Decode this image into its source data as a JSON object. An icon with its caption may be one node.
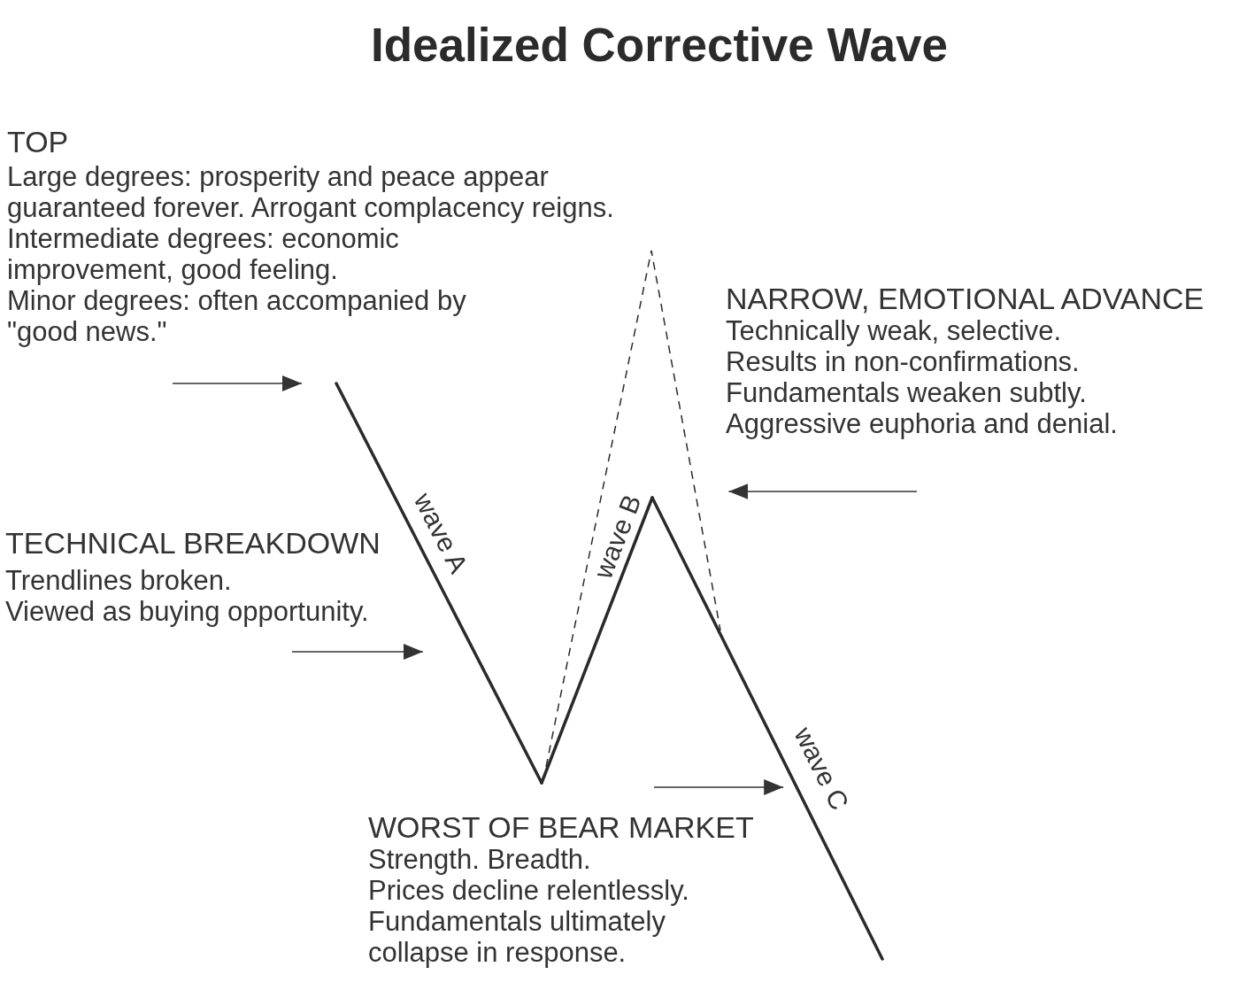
{
  "diagram": {
    "title": "Idealized Corrective Wave",
    "nodes": [
      {
        "text": [
          "TOP",
          "Large degrees: prosperity and peace appear guaranteed forever. Arrogant complacency reigns.",
          "Intermediate degrees: economic improvement, good feeling.",
          "Minor degrees: often accompanied by \"good news.\""
        ]
      },
      {
        "text": [
          "NARROW, EMOTIONAL ADVANCE",
          "Technically weak, selective.",
          "Results in non-confirmations.",
          "Fundamentals weaken subtly.",
          "Aggressive euphoria and denial."
        ]
      },
      {
        "text": [
          "TECHNICAL BREAKDOWN",
          "Trendlines broken.",
          "Viewed as buying opportunity."
        ]
      },
      {
        "text": [
          "WORST OF BEAR MARKET",
          "Strength. Breadth.",
          "Prices decline relentlessly.",
          "Fundamentals ultimately collapse in response."
        ]
      },
      {
        "text": [
          "wave A"
        ]
      },
      {
        "text": [
          "wave B"
        ]
      },
      {
        "text": [
          "wave C"
        ]
      },
      {
        "text": [],
        "shape": "line"
      }
    ],
    "edges": [
      {
        "from": null,
        "to": 4,
        "arrow": "to"
      },
      {
        "from": null,
        "to": 7,
        "arrow": "to"
      },
      {
        "from": 2,
        "to": 4,
        "arrow": "to"
      },
      {
        "from": null,
        "to": 6,
        "arrow": "to"
      }
    ]
  }
}
